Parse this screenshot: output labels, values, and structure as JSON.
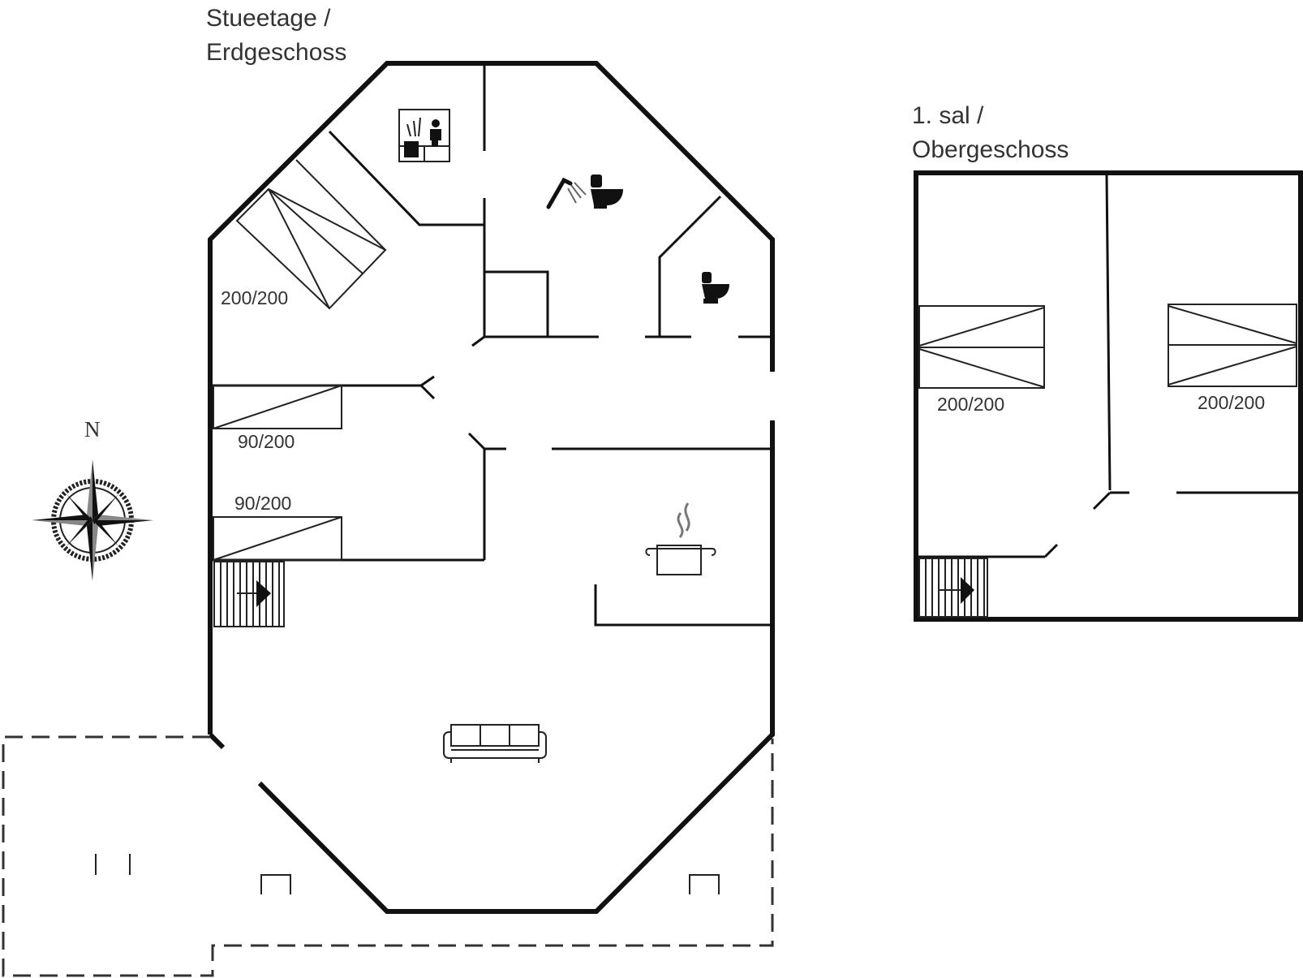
{
  "floors": {
    "ground": {
      "title_line1": "Stueetage /",
      "title_line2": "Erdgeschoss",
      "beds": [
        {
          "label": "200/200"
        },
        {
          "label": "90/200"
        },
        {
          "label": "90/200"
        }
      ]
    },
    "upper": {
      "title_line1": "1. sal /",
      "title_line2": "Obergeschoss",
      "beds": [
        {
          "label": "200/200"
        },
        {
          "label": "200/200"
        }
      ]
    }
  },
  "compass": {
    "north_label": "N"
  },
  "icons": [
    "sauna-icon",
    "shower-icon",
    "toilet-icon",
    "toilet-icon",
    "cooking-pot-icon",
    "sofa-icon",
    "staircase-icon",
    "compass-rose-icon"
  ],
  "colors": {
    "wall": "#111111",
    "text": "#333333",
    "background": "#ffffff"
  }
}
